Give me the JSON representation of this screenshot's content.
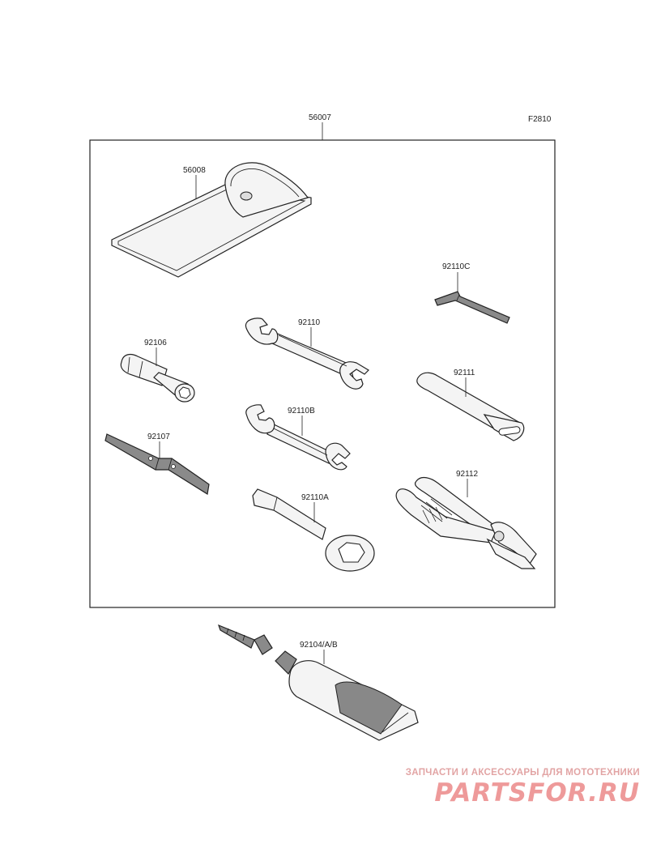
{
  "diagram": {
    "figure_code": "F2810",
    "assembly_label": "56007",
    "labels": {
      "pouch": "56008",
      "hex_key": "92110C",
      "wrench_open": "92110",
      "socket": "92106",
      "handle_bar": "92111",
      "wrench_small": "92110B",
      "screwdriver": "92107",
      "pliers": "92112",
      "ring_wrench": "92110A",
      "sealant": "92104/A/B"
    }
  },
  "watermark": {
    "tagline": "ЗАПЧАСТИ И АКСЕССУАРЫ ДЛЯ МОТОТЕХНИКИ",
    "logo": "PARTSFOR.RU"
  }
}
